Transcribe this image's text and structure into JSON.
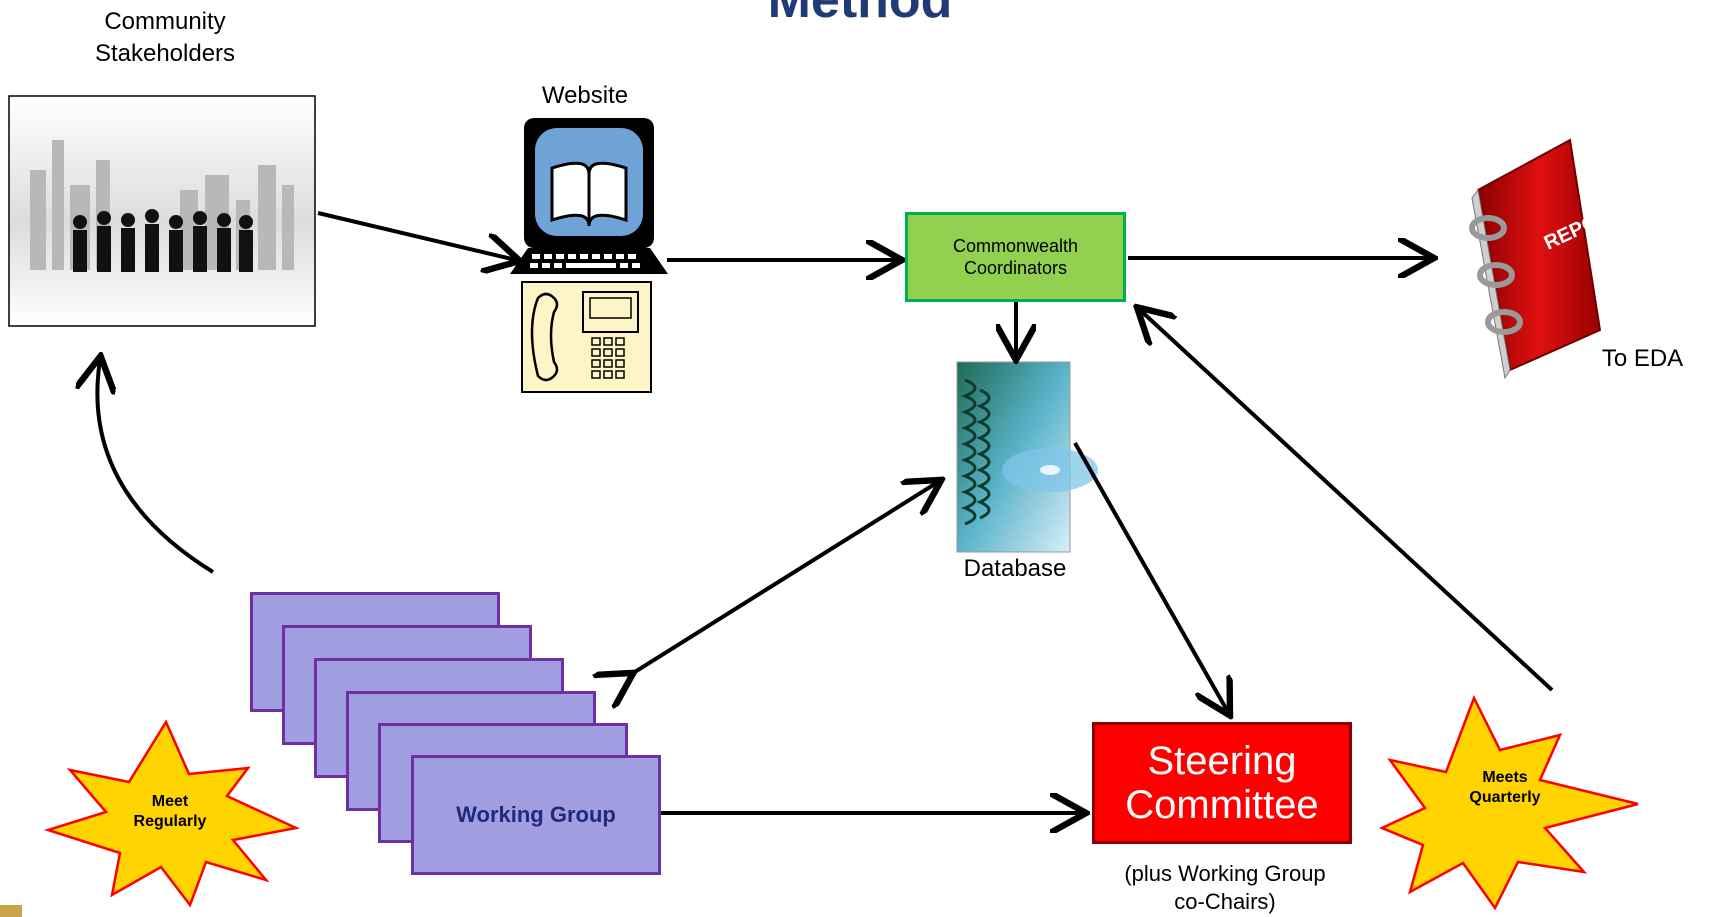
{
  "title": "Method",
  "labels": {
    "community": "Community\nStakeholders",
    "website": "Website",
    "coordinators": "Commonwealth\nCoordinators",
    "database": "Database",
    "to_eda": "To EDA",
    "working_group": "Working Group",
    "steering": "Steering\nCommittee",
    "steering_note": "(plus Working Group\nco-Chairs)",
    "meet_regularly": "Meet\nRegularly",
    "meets_quarterly": "Meets\nQuarterly",
    "report": "REPORT"
  },
  "colors": {
    "title": "#1f3b78",
    "coordinators_fill": "#92d050",
    "steering_fill": "#ff0000",
    "working_group_fill": "#a09ee0",
    "burst_fill": "#ffd400",
    "burst_stroke": "#ff0000"
  },
  "icons": [
    "city-people-icon",
    "computer-icon",
    "phone-icon",
    "database-icon",
    "report-binder-icon"
  ]
}
